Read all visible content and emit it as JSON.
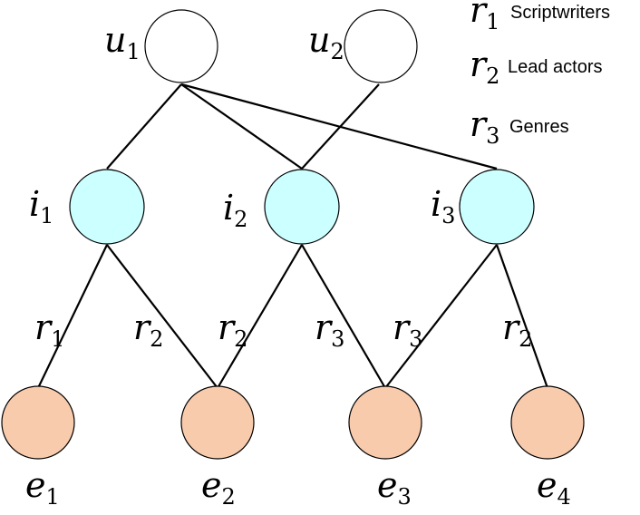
{
  "colors": {
    "user_fill": "#ffffff",
    "item_fill": "#ccffff",
    "entity_fill": "#f8cbad",
    "stroke": "#000000"
  },
  "nodes": {
    "u1": {
      "var": "u",
      "sub": "1",
      "type": "user"
    },
    "u2": {
      "var": "u",
      "sub": "2",
      "type": "user"
    },
    "i1": {
      "var": "i",
      "sub": "1",
      "type": "item"
    },
    "i2": {
      "var": "i",
      "sub": "2",
      "type": "item"
    },
    "i3": {
      "var": "i",
      "sub": "3",
      "type": "item"
    },
    "e1": {
      "var": "e",
      "sub": "1",
      "type": "entity"
    },
    "e2": {
      "var": "e",
      "sub": "2",
      "type": "entity"
    },
    "e3": {
      "var": "e",
      "sub": "3",
      "type": "entity"
    },
    "e4": {
      "var": "e",
      "sub": "4",
      "type": "entity"
    }
  },
  "user_item_edges": [
    {
      "from": "u1",
      "to": "i1"
    },
    {
      "from": "u1",
      "to": "i2"
    },
    {
      "from": "u1",
      "to": "i3"
    },
    {
      "from": "u2",
      "to": "i2"
    }
  ],
  "item_entity_edges": [
    {
      "from": "i1",
      "to": "e1",
      "var": "r",
      "sub": "1"
    },
    {
      "from": "i1",
      "to": "e2",
      "var": "r",
      "sub": "2"
    },
    {
      "from": "i2",
      "to": "e2",
      "var": "r",
      "sub": "2"
    },
    {
      "from": "i2",
      "to": "e3",
      "var": "r",
      "sub": "3"
    },
    {
      "from": "i3",
      "to": "e3",
      "var": "r",
      "sub": "3"
    },
    {
      "from": "i3",
      "to": "e4",
      "var": "r",
      "sub": "2"
    }
  ],
  "legend": [
    {
      "var": "r",
      "sub": "1",
      "label": "Scriptwriters"
    },
    {
      "var": "r",
      "sub": "2",
      "label": "Lead actors"
    },
    {
      "var": "r",
      "sub": "3",
      "label": "Genres"
    }
  ]
}
